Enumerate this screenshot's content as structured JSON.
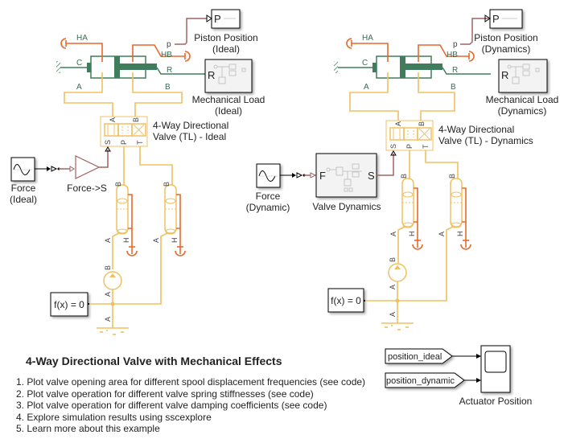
{
  "diagram": {
    "title": "4-Way Directional Valve with Mechanical Effects",
    "notes": [
      "1. Plot valve opening area  for different spool displacement frequencies (see code)",
      "2. Plot valve operation for different valve spring stiffnesses  (see code)",
      "3. Plot valve operation for different valve damping coefficients  (see code)",
      "4. Explore simulation results using sscexplore",
      "5. Learn more about this example"
    ],
    "ideal": {
      "piston_position": [
        "Piston Position",
        "(Ideal)"
      ],
      "mechanical_load": [
        "Mechanical Load",
        "(Ideal)"
      ],
      "valve": [
        "4-Way Directional",
        "Valve (TL) - Ideal"
      ],
      "force": [
        "Force",
        "(Ideal)"
      ],
      "gain": "Force->S",
      "solver": "f(x) = 0"
    },
    "dynamics": {
      "piston_position": [
        "Piston Position",
        "(Dynamics)"
      ],
      "mechanical_load": [
        "Mechanical Load",
        "(Dynamics)"
      ],
      "valve": [
        "4-Way Directional",
        "Valve (TL) - Dynamics"
      ],
      "force": [
        "Force",
        "(Dynamic)"
      ],
      "valve_dynamics": "Valve Dynamics",
      "solver": "f(x) = 0"
    },
    "ports": {
      "HA": "HA",
      "HB": "HB",
      "C": "C",
      "R": "R",
      "A": "A",
      "B": "B",
      "p": "p",
      "P": "P",
      "S": "S",
      "T": "T",
      "H": "H",
      "F": "F"
    },
    "scope": {
      "inputs": [
        "position_ideal",
        "position_dynamic"
      ],
      "label": "Actuator Position"
    },
    "colors": {
      "hydraulic": "#f0c060",
      "thermal": "#e8692c",
      "mechanical": "#3f7d5c",
      "signal": "#a06464"
    }
  }
}
